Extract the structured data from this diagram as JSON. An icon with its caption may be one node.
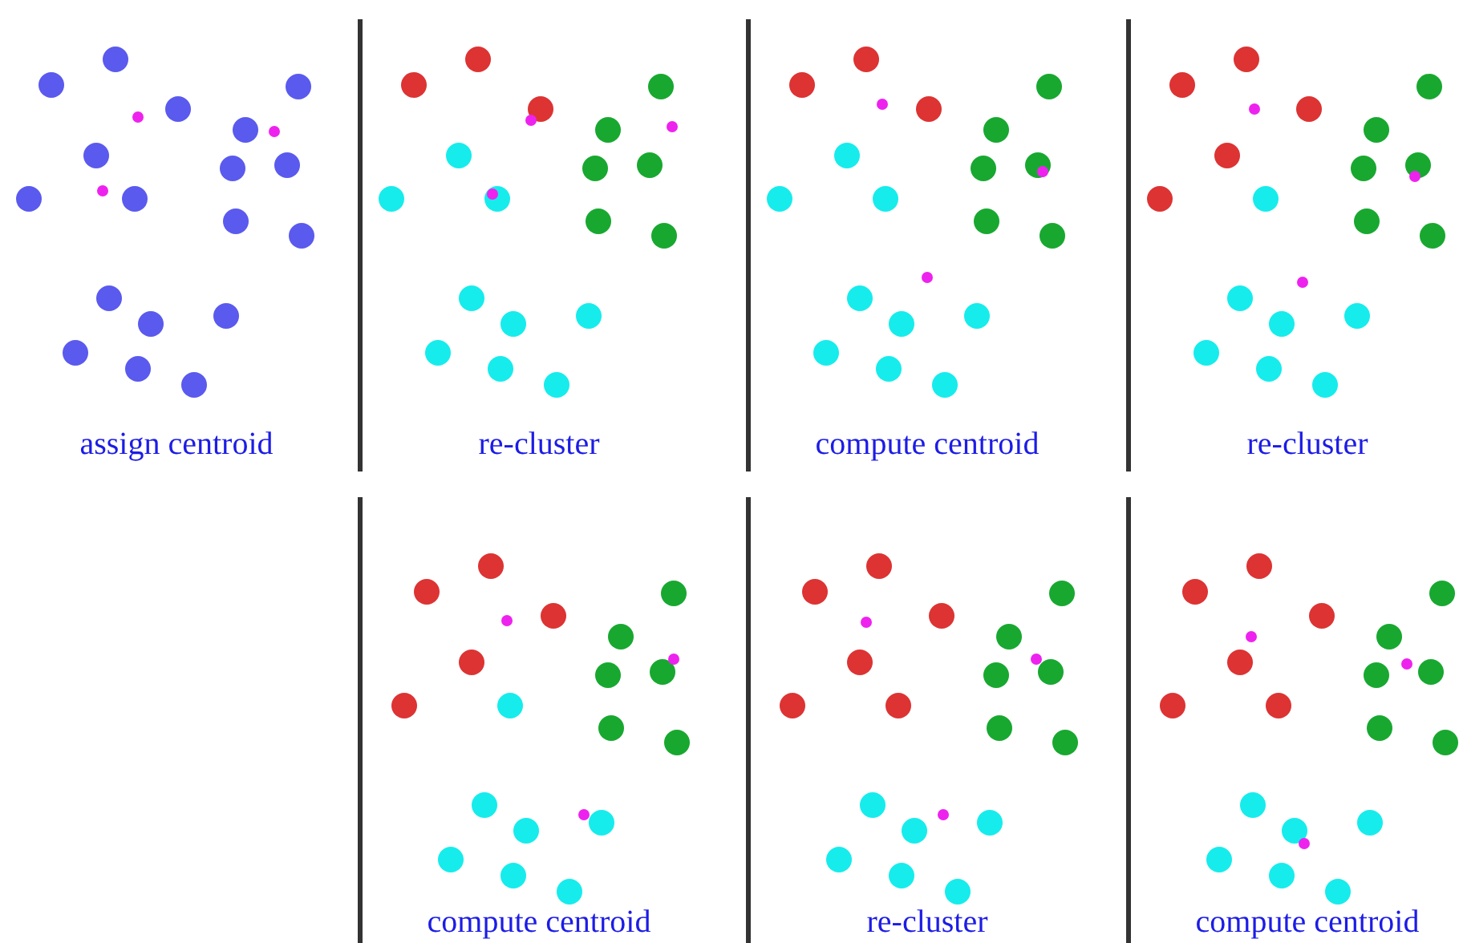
{
  "diagram": {
    "labels": [
      "assign centroid",
      "re-cluster",
      "compute centroid",
      "re-cluster",
      "compute centroid",
      "re-cluster",
      "compute centroid"
    ]
  }
}
